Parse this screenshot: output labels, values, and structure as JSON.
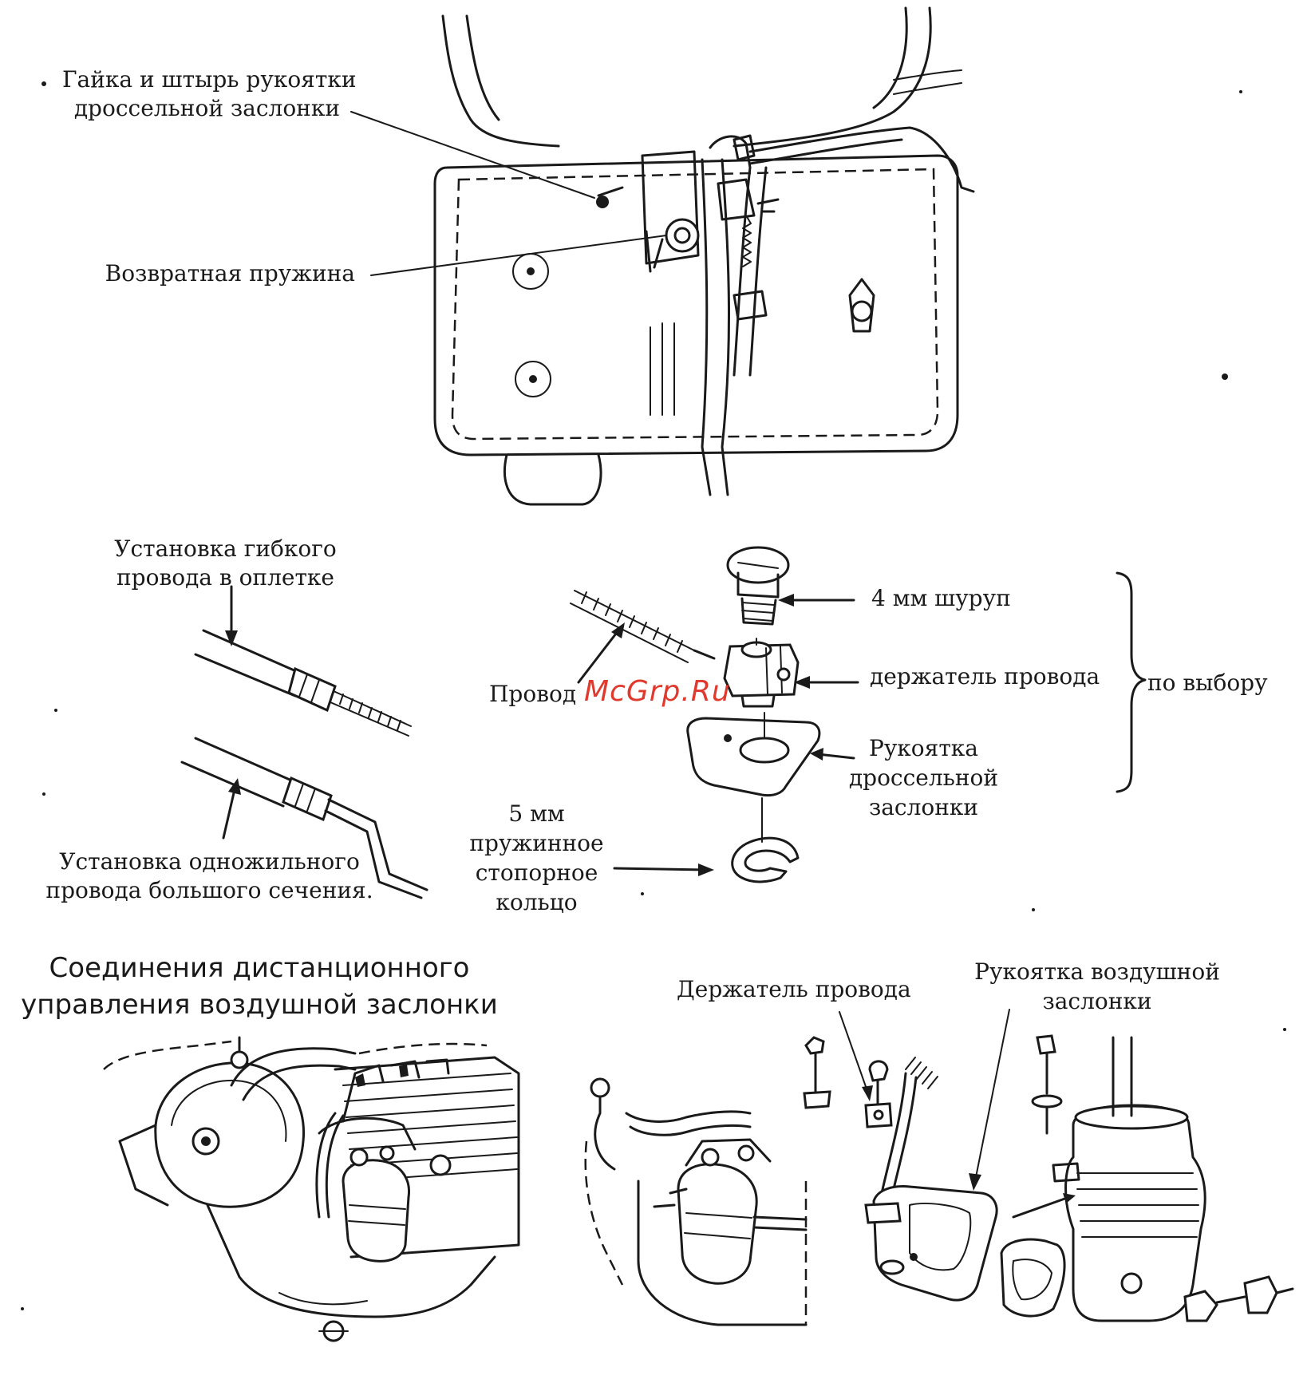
{
  "diagram": {
    "top_labels": {
      "nut_pin": [
        "Гайка и штырь рукоятки",
        "дроссельной заслонки"
      ],
      "return_spring": "Возвратная пружина"
    },
    "middle_labels": {
      "flexible_cable": [
        "Установка гибкого",
        "провода в оплетке"
      ],
      "solid_wire": [
        "Установка одножильного",
        "провода большого сечения."
      ],
      "wire": "Провод",
      "screw": "4 мм шуруп",
      "wire_holder": "держатель провода",
      "throttle_lever": [
        "Рукоятка",
        "дроссельной",
        "заслонки"
      ],
      "snap_ring": [
        "5 мм",
        "пружинное",
        "стопорное",
        "кольцо"
      ],
      "optional": "по выбору"
    },
    "section_heading": [
      "Соединения дистанционного",
      "управления воздушной заслонки"
    ],
    "bottom_labels": {
      "wire_holder": "Держатель провода",
      "choke_lever": [
        "Рукоятка воздушной",
        "заслонки"
      ]
    },
    "watermark": "McGrp.Ru",
    "colors": {
      "ink": "#1a1a1a",
      "watermark": "#e03a2e"
    }
  }
}
